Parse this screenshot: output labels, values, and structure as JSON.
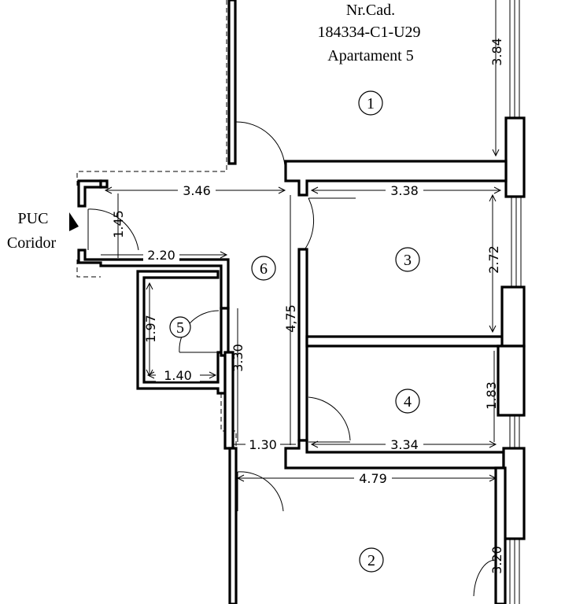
{
  "header": {
    "line1": "Nr.Cad.",
    "line2": "184334-C1-U29",
    "line3": "Apartament 5"
  },
  "corridor": {
    "label1": "PUC",
    "label2": "Coridor"
  },
  "rooms": [
    "1",
    "2",
    "3",
    "4",
    "5",
    "6"
  ],
  "dimensions": {
    "d_3_84": "3.84",
    "d_3_46": "3.46",
    "d_3_38": "3.38",
    "d_1_45": "1.45",
    "d_2_72": "2.72",
    "d_2_20": "2.20",
    "d_4_75": "4,75",
    "d_1_97": "1.97",
    "d_3_30": "3.30",
    "d_1_40": "1.40",
    "d_1_83": "1.83",
    "d_1_30": "1.30",
    "d_3_34": "3.34",
    "d_4_79": "4.79",
    "d_3_20": "3.20"
  }
}
